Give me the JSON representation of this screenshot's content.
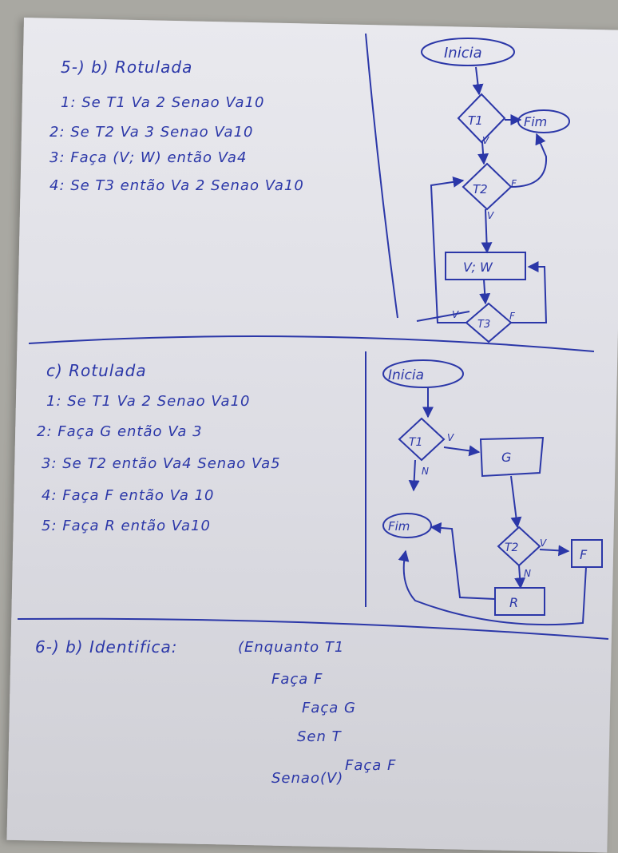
{
  "section_b": {
    "heading": "5-) b) Rotulada",
    "lines": [
      "1: Se T1 Va 2 Senao Va10",
      "2: Se T2 Va 3 Senao Va10",
      "3: Faça (V; W) então Va4",
      "4: Se T3 então Va 2 Senao Va10"
    ]
  },
  "section_c": {
    "heading": "c) Rotulada",
    "lines": [
      "1: Se T1 Va 2 Senao Va10",
      "2: Faça G então Va 3",
      "3: Se T2 então Va4 Senao Va5",
      "4: Faça F então Va 10",
      "5: Faça R então Va10"
    ]
  },
  "section_6": {
    "heading": "6-) b) Identifica:",
    "lines": [
      "(Enquanto T1",
      "Faça F",
      "Faça G",
      "Sen T",
      "Faça F",
      "Senao(V)"
    ]
  },
  "flow_top": {
    "start": "Inicia",
    "end": "Fim",
    "d1": "T1",
    "d2": "T2",
    "d3": "T3",
    "box": "V; W",
    "v": "V",
    "f": "F"
  },
  "flow_bottom": {
    "start": "Inicia",
    "end": "Fim",
    "d1": "T1",
    "d2": "T2",
    "g": "G",
    "f_box": "F",
    "r": "R",
    "v": "V",
    "n": "N"
  },
  "ink_color": "#2b37a8"
}
